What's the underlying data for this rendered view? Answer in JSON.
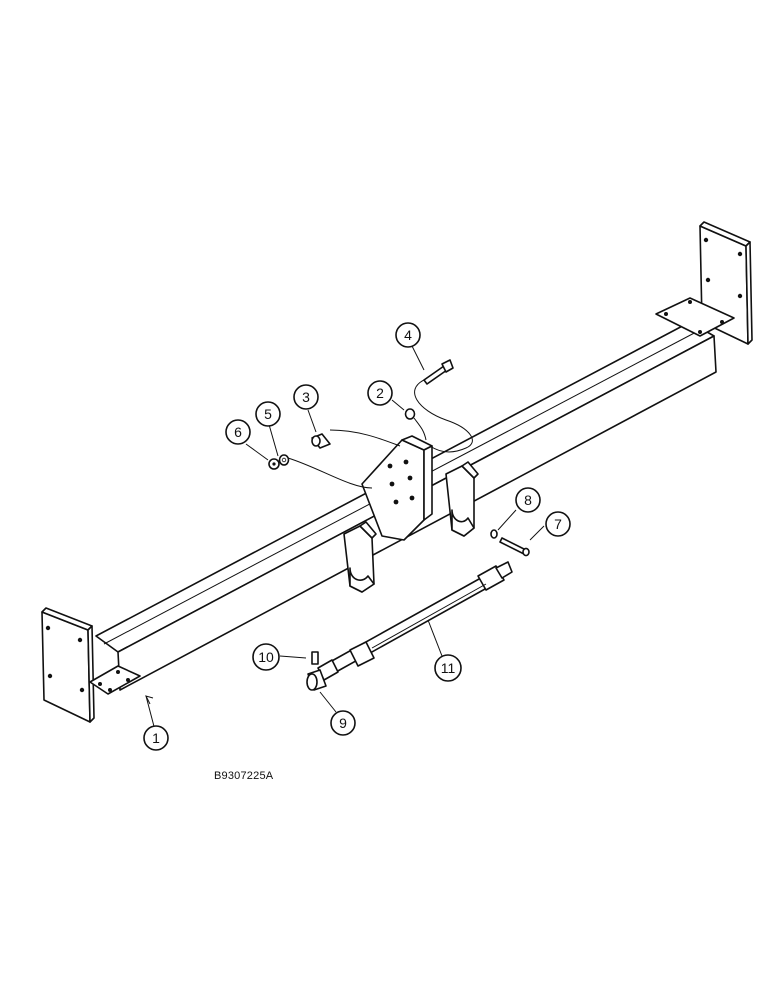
{
  "diagram": {
    "figure_id": "B9307225A",
    "callouts": [
      {
        "id": "c1",
        "label": "1"
      },
      {
        "id": "c2",
        "label": "2"
      },
      {
        "id": "c3",
        "label": "3"
      },
      {
        "id": "c4",
        "label": "4"
      },
      {
        "id": "c5",
        "label": "5"
      },
      {
        "id": "c6",
        "label": "6"
      },
      {
        "id": "c7",
        "label": "7"
      },
      {
        "id": "c8",
        "label": "8"
      },
      {
        "id": "c9",
        "label": "9"
      },
      {
        "id": "c10",
        "label": "10"
      },
      {
        "id": "c11",
        "label": "11"
      }
    ]
  }
}
